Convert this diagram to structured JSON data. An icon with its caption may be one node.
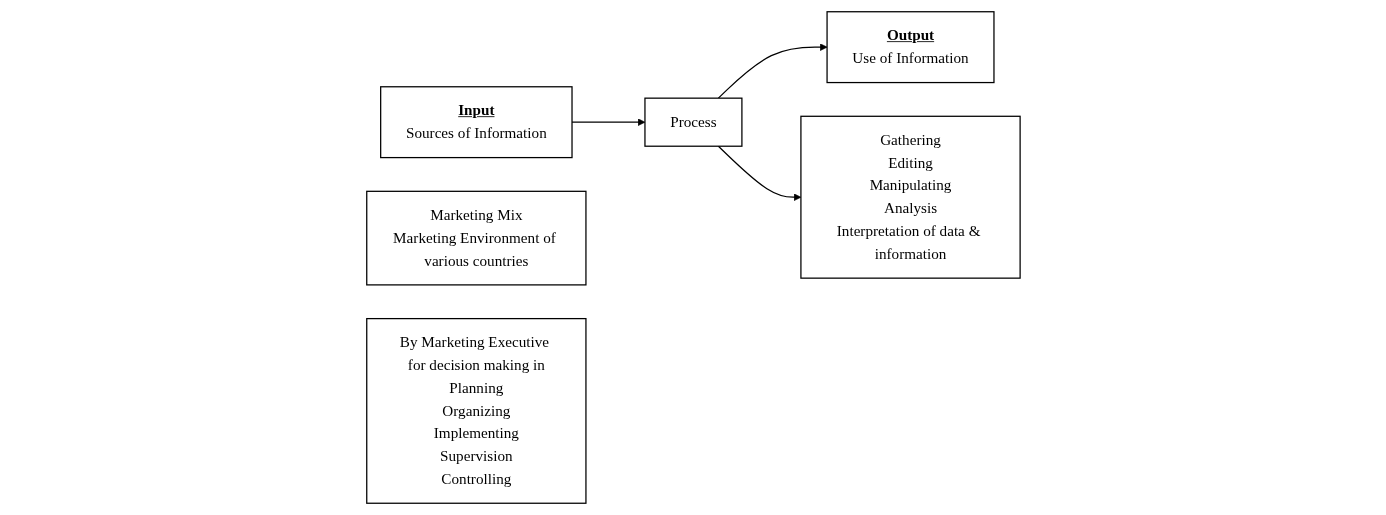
{
  "diagram": {
    "nodes": [
      {
        "text": [
          "Input",
          "Sources of Information"
        ]
      },
      {
        "text": [
          "Process"
        ]
      },
      {
        "text": [
          "Output",
          "Use of Information"
        ]
      },
      {
        "text": [
          "Marketing Mix",
          "Marketing Environment of various countries"
        ]
      },
      {
        "text": [
          "Gathering",
          "Editing",
          "Manipulating",
          "Analysis",
          "Interpretation of data & information"
        ]
      },
      {
        "text": [
          "By Marketing Executive for decision making in",
          "Planning",
          "Organizing",
          "Implementing",
          "Supervision",
          "Controlling"
        ]
      }
    ],
    "edges": [
      {
        "from": 0,
        "to": 1,
        "arrow": "to"
      },
      {
        "from": 1,
        "to": 2,
        "arrow": "to"
      },
      {
        "from": 1,
        "to": 4,
        "arrow": "to"
      }
    ]
  }
}
